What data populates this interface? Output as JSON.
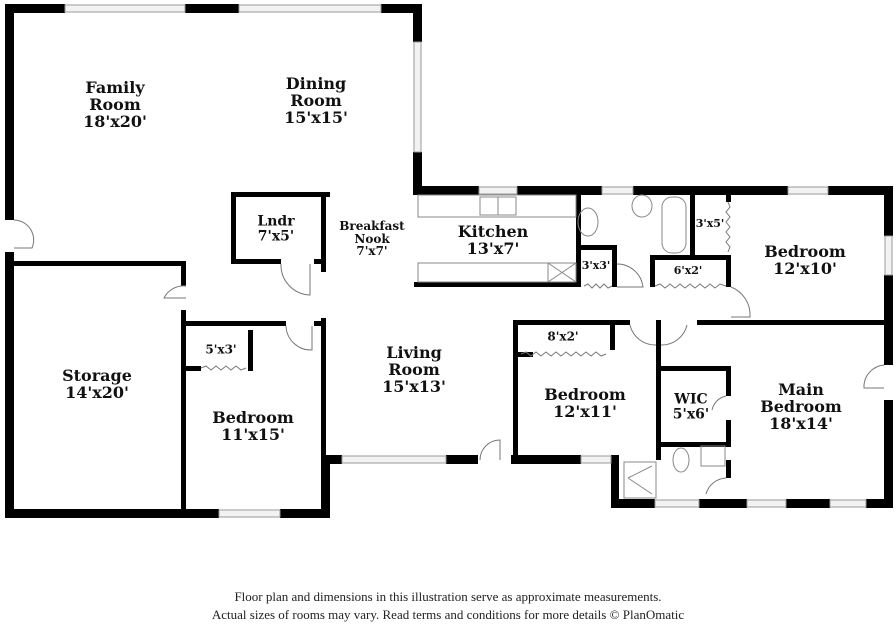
{
  "plan": {
    "type": "floor-plan",
    "rooms": [
      {
        "id": "family-room",
        "name": "Family Room",
        "name_lines": [
          "Family",
          "Room"
        ],
        "dimensions": "18'x20'"
      },
      {
        "id": "dining-room",
        "name": "Dining Room",
        "name_lines": [
          "Dining",
          "Room"
        ],
        "dimensions": "15'x15'"
      },
      {
        "id": "laundry",
        "name": "Lndr",
        "name_lines": [
          "Lndr"
        ],
        "dimensions": "7'x5'"
      },
      {
        "id": "breakfast-nook",
        "name": "Breakfast Nook",
        "name_lines": [
          "Breakfast",
          "Nook"
        ],
        "dimensions": "7'x7'"
      },
      {
        "id": "kitchen",
        "name": "Kitchen",
        "name_lines": [
          "Kitchen"
        ],
        "dimensions": "13'x7'"
      },
      {
        "id": "bedroom-ne",
        "name": "Bedroom",
        "name_lines": [
          "Bedroom"
        ],
        "dimensions": "12'x10'"
      },
      {
        "id": "closet-3x5",
        "name": "",
        "name_lines": [],
        "dimensions": "3'x5'"
      },
      {
        "id": "closet-3x3",
        "name": "",
        "name_lines": [],
        "dimensions": "3'x3'"
      },
      {
        "id": "closet-6x2",
        "name": "",
        "name_lines": [],
        "dimensions": "6'x2'"
      },
      {
        "id": "storage",
        "name": "Storage",
        "name_lines": [
          "Storage"
        ],
        "dimensions": "14'x20'"
      },
      {
        "id": "closet-5x3",
        "name": "",
        "name_lines": [],
        "dimensions": "5'x3'"
      },
      {
        "id": "bedroom-sw",
        "name": "Bedroom",
        "name_lines": [
          "Bedroom"
        ],
        "dimensions": "11'x15'"
      },
      {
        "id": "living-room",
        "name": "Living Room",
        "name_lines": [
          "Living",
          "Room"
        ],
        "dimensions": "15'x13'"
      },
      {
        "id": "closet-8x2",
        "name": "",
        "name_lines": [],
        "dimensions": "8'x2'"
      },
      {
        "id": "bedroom-s",
        "name": "Bedroom",
        "name_lines": [
          "Bedroom"
        ],
        "dimensions": "12'x11'"
      },
      {
        "id": "wic",
        "name": "WIC",
        "name_lines": [
          "WIC"
        ],
        "dimensions": "5'x6'"
      },
      {
        "id": "main-bedroom",
        "name": "Main Bedroom",
        "name_lines": [
          "Main",
          "Bedroom"
        ],
        "dimensions": "18'x14'"
      }
    ]
  },
  "disclaimer": {
    "line1": "Floor plan and dimensions in this illustration serve as approximate measurements.",
    "line2": "Actual sizes of rooms may vary. Read terms and conditions for more details © PlanOmatic"
  },
  "colors": {
    "wall": "#000000",
    "window": "#d9d9d9",
    "fixture": "#888888",
    "background": "#ffffff"
  }
}
